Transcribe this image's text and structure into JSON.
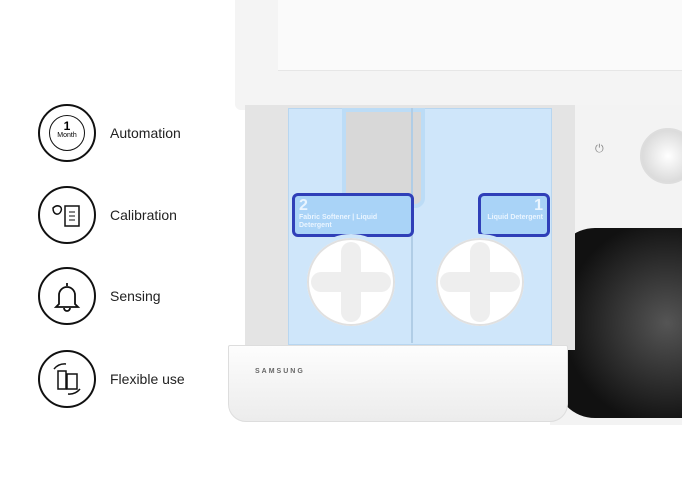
{
  "features": [
    {
      "label": "Automation",
      "icon": "one-month-cycle-icon",
      "icon_text_num": "1",
      "icon_text_unit": "Month"
    },
    {
      "label": "Calibration",
      "icon": "detergent-measure-icon"
    },
    {
      "label": "Sensing",
      "icon": "bell-icon"
    },
    {
      "label": "Flexible use",
      "icon": "bottles-cycle-icon"
    }
  ],
  "drawer": {
    "brand": "SAMSUNG",
    "compartment_2": {
      "number": "2",
      "left_label": "Fabric Softener",
      "right_label": "Liquid Detergent"
    },
    "compartment_1": {
      "number": "1",
      "label": "Liquid Detergent"
    }
  },
  "colors": {
    "compartment_blue": "#a9d3f7",
    "tag_border": "#2f3fb8"
  }
}
